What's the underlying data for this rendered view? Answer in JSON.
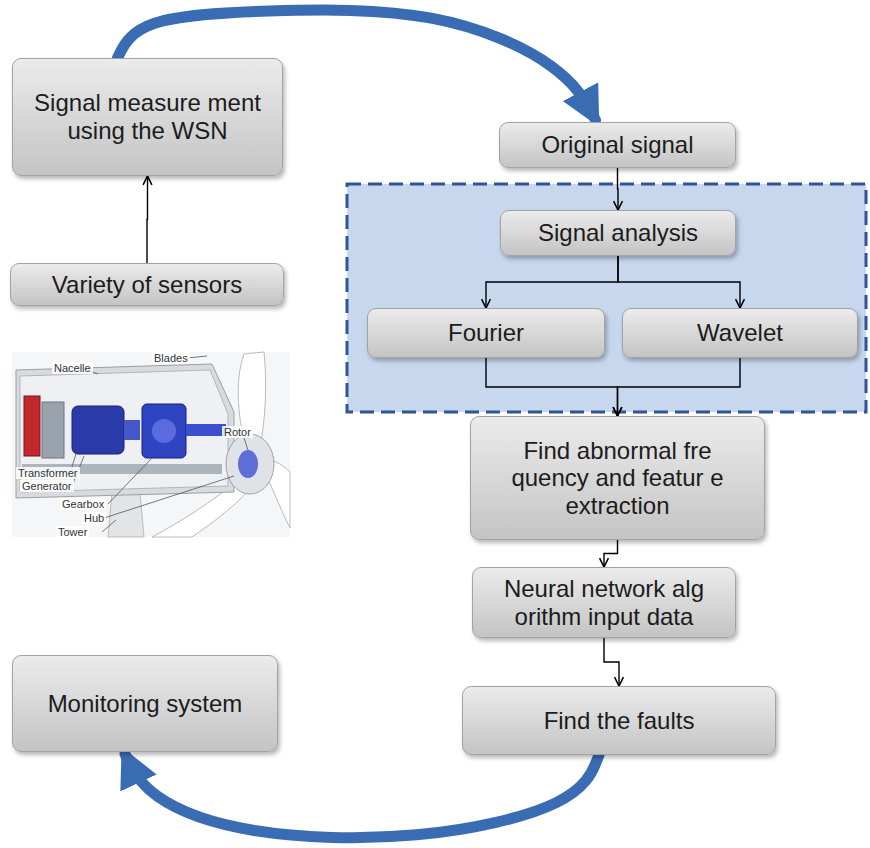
{
  "diagram": {
    "nodes": [
      {
        "text": [
          "Signal measure ment using the WSN"
        ]
      },
      {
        "text": [
          "Variety of sensors"
        ]
      },
      {
        "text": [
          "Original signal"
        ]
      },
      {
        "text": [
          "Signal analysis"
        ]
      },
      {
        "text": [
          "Fourier"
        ]
      },
      {
        "text": [
          "Wavelet"
        ]
      },
      {
        "text": [
          "Find abnormal fre quency and featur e extraction"
        ]
      },
      {
        "text": [
          "Neural network alg orithm input data"
        ]
      },
      {
        "text": [
          "Find the faults"
        ]
      },
      {
        "text": [
          "Monitoring system"
        ]
      }
    ],
    "edges": [
      {
        "from": 1,
        "to": 0,
        "arrow": "to"
      },
      {
        "from": 0,
        "to": 2,
        "arrow": "to"
      },
      {
        "from": 2,
        "to": 3,
        "arrow": "to"
      },
      {
        "from": 3,
        "to": 4,
        "arrow": "to"
      },
      {
        "from": 3,
        "to": 5,
        "arrow": "to"
      },
      {
        "from": 4,
        "to": 6,
        "arrow": "to"
      },
      {
        "from": 5,
        "to": 6,
        "arrow": "to"
      },
      {
        "from": 6,
        "to": 7,
        "arrow": "to"
      },
      {
        "from": 7,
        "to": 8,
        "arrow": "to"
      },
      {
        "from": 8,
        "to": 9,
        "arrow": "to"
      }
    ],
    "labels": [
      "Nacelle",
      "Blades",
      "Rotor",
      "Transformer",
      "Generator",
      "Gearbox",
      "Hub",
      "Tower"
    ]
  }
}
